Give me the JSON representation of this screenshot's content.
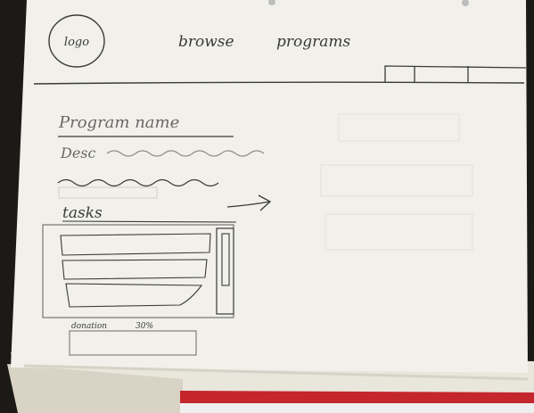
{
  "sketch": {
    "logo_label": "logo",
    "nav": {
      "browse": "browse",
      "programs": "programs"
    },
    "program_name": "Program name",
    "desc_label": "Desc",
    "tasks_label": "tasks",
    "donation_label": "donation",
    "percent_label": "30%"
  },
  "colors": {
    "paper": "#f1f0ea",
    "pencil": "#3a3a3a",
    "background": "#1c1a17",
    "red_edge": "#c4262c"
  }
}
